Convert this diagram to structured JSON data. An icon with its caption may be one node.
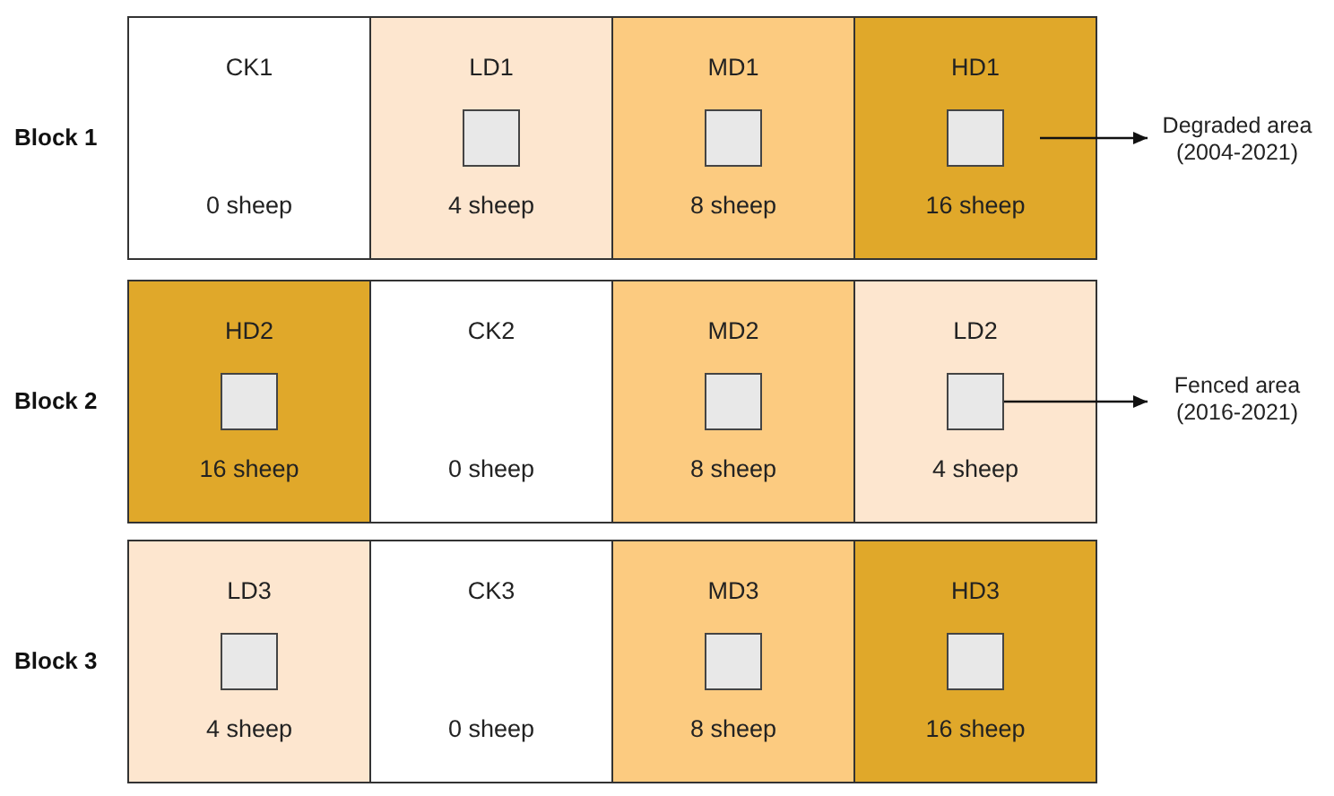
{
  "diagram": {
    "nodes": [
      {
        "text": [
          "Block 1"
        ]
      },
      {
        "text": [
          "CK1",
          "0 sheep"
        ],
        "in": 0
      },
      {
        "text": [
          "LD1",
          "4 sheep"
        ],
        "in": 0
      },
      {
        "text": [],
        "shape": "box",
        "in": 2
      },
      {
        "text": [
          "MD1",
          "8 sheep"
        ],
        "in": 0
      },
      {
        "text": [],
        "shape": "box",
        "in": 4
      },
      {
        "text": [
          "HD1",
          "16 sheep"
        ],
        "in": 0
      },
      {
        "text": [],
        "shape": "box",
        "in": 6
      },
      {
        "text": [
          "Degraded area (2004-2021)"
        ]
      },
      {
        "text": [
          "Block 2"
        ]
      },
      {
        "text": [
          "HD2",
          "16 sheep"
        ],
        "in": 9
      },
      {
        "text": [],
        "shape": "box",
        "in": 10
      },
      {
        "text": [
          "CK2",
          "0 sheep"
        ],
        "in": 9
      },
      {
        "text": [
          "MD2",
          "8 sheep"
        ],
        "in": 9
      },
      {
        "text": [],
        "shape": "box",
        "in": 13
      },
      {
        "text": [
          "LD2",
          "4 sheep"
        ],
        "in": 9
      },
      {
        "text": [],
        "shape": "box",
        "in": 15
      },
      {
        "text": [
          "Fenced area (2016-2021)"
        ]
      },
      {
        "text": [
          "Block 3"
        ]
      },
      {
        "text": [
          "LD3",
          "4 sheep"
        ],
        "in": 18
      },
      {
        "text": [],
        "shape": "box",
        "in": 19
      },
      {
        "text": [
          "CK3",
          "0 sheep"
        ],
        "in": 18
      },
      {
        "text": [
          "MD3",
          "8 sheep"
        ],
        "in": 18
      },
      {
        "text": [],
        "shape": "box",
        "in": 22
      },
      {
        "text": [
          "HD3",
          "16 sheep"
        ],
        "in": 18
      },
      {
        "text": [],
        "shape": "box",
        "in": 24
      }
    ],
    "edges": [
      {
        "from": null,
        "to": 8,
        "arrow": "to"
      },
      {
        "from": 16,
        "to": 17,
        "arrow": "to"
      }
    ]
  }
}
